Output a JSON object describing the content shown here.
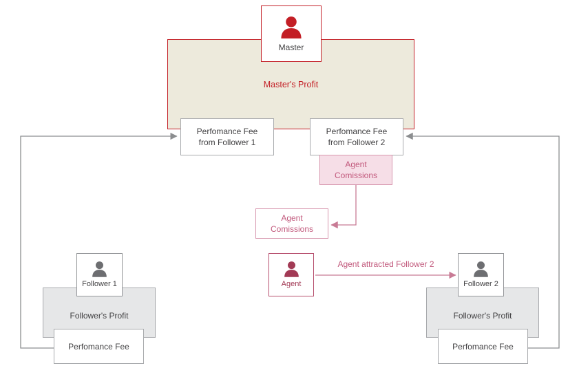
{
  "colors": {
    "red": "#c31e25",
    "master_profit_bg": "#edeadc",
    "pink_text": "#c25a7d",
    "pink_border": "#d795ad",
    "pink_bg": "#f6dee7",
    "agent_icon": "#a23a55",
    "gray_border": "#a7a9ac",
    "gray_bg": "#e6e7e8",
    "gray_icon": "#6d6e71",
    "connector_gray": "#8c8e90",
    "connector_pink": "#c87b95",
    "text_dark": "#414042"
  },
  "nodes": {
    "master": {
      "label": "Master"
    },
    "master_profit": {
      "label": "Master's Profit"
    },
    "fee_from_follower_1": {
      "lines": [
        "Perfomance Fee",
        "from Follower 1"
      ]
    },
    "fee_from_follower_2": {
      "lines": [
        "Perfomance Fee",
        "from Follower 2"
      ]
    },
    "agent_commissions_upper": {
      "lines": [
        "Agent",
        "Comissions"
      ]
    },
    "agent_commissions_lower": {
      "lines": [
        "Agent",
        "Comissions"
      ]
    },
    "agent": {
      "label": "Agent"
    },
    "follower_1": {
      "label": "Follower 1"
    },
    "follower_1_profit": {
      "label": "Follower's Profit"
    },
    "follower_1_fee": {
      "label": "Perfomance Fee"
    },
    "follower_2": {
      "label": "Follower 2"
    },
    "follower_2_profit": {
      "label": "Follower's Profit"
    },
    "follower_2_fee": {
      "label": "Perfomance Fee"
    }
  },
  "edges": {
    "agent_attracted": {
      "label": "Agent attracted Follower 2"
    }
  }
}
